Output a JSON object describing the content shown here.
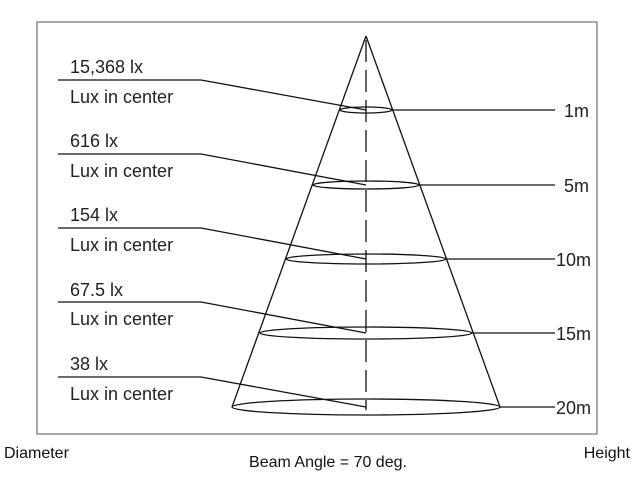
{
  "levels": [
    {
      "lux": "15,368 lx",
      "caption": "Lux in center",
      "height": "1m"
    },
    {
      "lux": "616 lx",
      "caption": "Lux in center",
      "height": "5m"
    },
    {
      "lux": "154 lx",
      "caption": "Lux in center",
      "height": "10m"
    },
    {
      "lux": "67.5 lx",
      "caption": "Lux in center",
      "height": "15m"
    },
    {
      "lux": "38 lx",
      "caption": "Lux in center",
      "height": "20m"
    }
  ],
  "footer": {
    "diameter_label": "Diameter",
    "beam_angle_label": "Beam Angle =  70 deg.",
    "height_label": "Height"
  },
  "style": {
    "line_color": "#111111",
    "text_color": "#222222",
    "frame_color": "#555555"
  }
}
